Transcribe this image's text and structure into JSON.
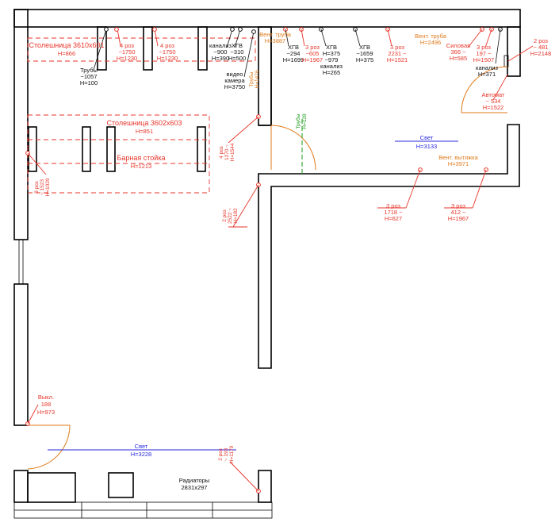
{
  "worktop_top": {
    "line1": "Столешница 3610x601",
    "line2": "H=866"
  },
  "worktop_mid": {
    "line1": "Столешница 3602x603",
    "line2": "H=851"
  },
  "bar_counter": {
    "line1": "Барная стойка",
    "line2": "H=1213"
  },
  "pipes_top": {
    "line1": "Трубы",
    "line2": "~1057",
    "line3": "H=100"
  },
  "sockets_a": {
    "line1": "4 роз",
    "line2": "~1750",
    "line3": "H=1230"
  },
  "sockets_b": {
    "line1": "4 роз",
    "line2": "~1750",
    "line3": "H=1230"
  },
  "sewer_a": {
    "line1": "канализ",
    "line2": "~900",
    "line3": "H=390"
  },
  "cold_water_a": {
    "line1": "ХГВ",
    "line2": "~310",
    "line3": "H=500"
  },
  "camera": {
    "line1": "видео",
    "line2": "камера",
    "line3": "H=3750"
  },
  "vent_pipe_a": {
    "line1": "Вент. труба",
    "line2": "H=3887"
  },
  "vertical_pipe": {
    "line1": "Трубы",
    "line2": "H=1476"
  },
  "cold_water_b": {
    "line1": "ХГВ",
    "line2": "~294",
    "line3": "H=1699"
  },
  "sockets_c": {
    "line1": "3 роз",
    "line2": "~605",
    "line3": "H=1967"
  },
  "cold_water_c": {
    "line1": "ХГВ",
    "line2": "H=375",
    "line3": "~979",
    "line4": "канализ",
    "line5": "H=265"
  },
  "cold_water_d": {
    "line1": "ХГВ",
    "line2": "~1659",
    "line3": "H=375"
  },
  "sockets_d": {
    "line1": "3 роз",
    "line2": "2231 ~",
    "line3": "H=1521"
  },
  "vent_pipe_b": {
    "line1": "Вент. труба",
    "line2": "H=2496"
  },
  "power_socket": {
    "line1": "Силовая",
    "line2": "366 ~",
    "line3": "H=585"
  },
  "sockets_e": {
    "line1": "3 роз",
    "line2": "197 ~",
    "line3": "H=1507"
  },
  "sewer_b": {
    "line1": "канализ",
    "line2": "H=371"
  },
  "sockets_f": {
    "line1": "2 роз",
    "line2": "~ 481",
    "line3": "H=2148"
  },
  "breaker": {
    "line1": "Автомат",
    "line2": "~ 534",
    "line3": "H=1522"
  },
  "sockets_g": {
    "line1": "4 роз",
    "line2": "1270 ~",
    "line3": "H=1544"
  },
  "pipes_green": {
    "line1": "Трубы",
    "line2": "H=128"
  },
  "light_right": {
    "line1": "Свет",
    "line2": "H=3133"
  },
  "exhaust": {
    "line1": "Вент. вытяжка",
    "line2": "H=3971"
  },
  "sockets_h": {
    "line1": "3 роз",
    "line2": "1718 ~",
    "line3": "H=627"
  },
  "sockets_i": {
    "line1": "3 роз",
    "line2": "412 ~",
    "line3": "H=1967"
  },
  "sockets_j": {
    "line1": "3 роз",
    "line2": "~ 1523",
    "line3": "H=1029"
  },
  "sockets_k": {
    "line1": "2 роз",
    "line2": "2522 ~",
    "line3": "H=182"
  },
  "switch": {
    "line1": "Выкл.",
    "line2": "188",
    "line3": "H=973"
  },
  "light_bottom": {
    "line1": "Свет",
    "line2": "H=3228"
  },
  "sockets_l": {
    "line1": "2 роз",
    "line2": "~ 193",
    "line3": "H=1179"
  },
  "radiators": {
    "line1": "Радиаторы",
    "line2": "2831x297"
  }
}
